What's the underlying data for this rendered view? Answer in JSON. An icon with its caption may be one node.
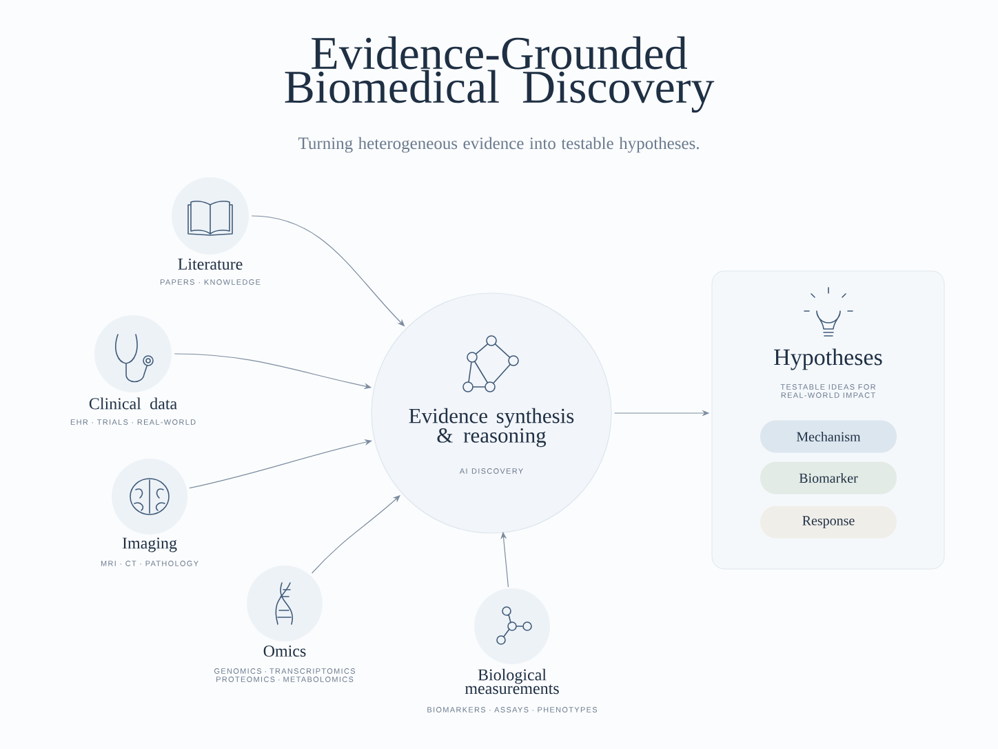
{
  "diagram": {
    "title": "Evidence-Grounded Biomedical Discovery",
    "caption": "Turning heterogeneous evidence into testable hypotheses.",
    "nodes": [
      {
        "text": [
          "Literature",
          "PAPERS · KNOWLEDGE"
        ]
      },
      {
        "text": [
          "Clinical data",
          "EHR · TRIALS · REAL-WORLD"
        ]
      },
      {
        "text": [
          "Imaging",
          "MRI · CT · PATHOLOGY"
        ]
      },
      {
        "text": [
          "Omics",
          "GENOMICS · TRANSCRIPTOMICS PROTEOMICS · METABOLOMICS"
        ]
      },
      {
        "text": [
          "Biological measurements",
          "BIOMARKERS · ASSAYS · PHENOTYPES"
        ]
      },
      {
        "text": [
          "Evidence synthesis & reasoning",
          "AI DISCOVERY"
        ]
      },
      {
        "text": [
          "Hypotheses",
          "TESTABLE IDEAS FOR REAL-WORLD IMPACT"
        ]
      },
      {
        "text": [
          "Mechanism"
        ],
        "in": 6
      },
      {
        "text": [
          "Biomarker"
        ],
        "in": 6
      },
      {
        "text": [
          "Response"
        ],
        "in": 6
      }
    ],
    "edges": [
      {
        "from": 0,
        "to": 5,
        "arrow": "to"
      },
      {
        "from": 1,
        "to": 5,
        "arrow": "to"
      },
      {
        "from": 2,
        "to": 5,
        "arrow": "to"
      },
      {
        "from": 3,
        "to": 5,
        "arrow": "to"
      },
      {
        "from": 4,
        "to": 5,
        "arrow": "to"
      },
      {
        "from": 5,
        "to": 6,
        "arrow": "to"
      }
    ]
  }
}
